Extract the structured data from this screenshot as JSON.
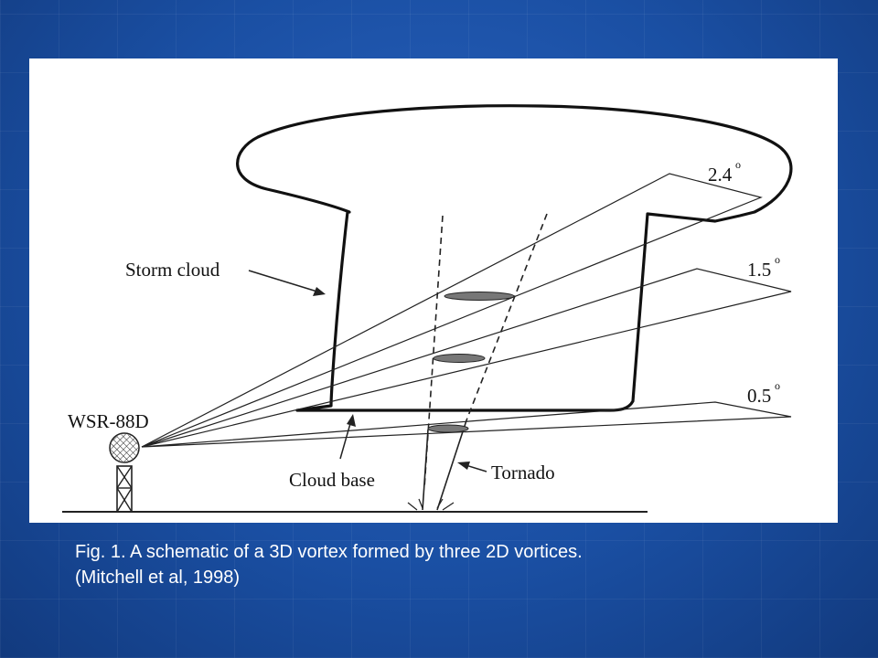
{
  "diagram": {
    "labels": {
      "storm_cloud": "Storm cloud",
      "radar": "WSR-88D",
      "cloud_base": "Cloud base",
      "tornado": "Tornado",
      "elev_24": "2.4",
      "elev_15": "1.5",
      "elev_05": "0.5",
      "degree": "o"
    }
  },
  "caption": {
    "line1": "Fig. 1.  A schematic of a 3D vortex formed by three 2D vortices.",
    "line2": "(Mitchell et al, 1998)"
  },
  "colors": {
    "background": "#1a4fa3",
    "panel": "#ffffff",
    "ink": "#111111",
    "vortex": "#777777"
  }
}
